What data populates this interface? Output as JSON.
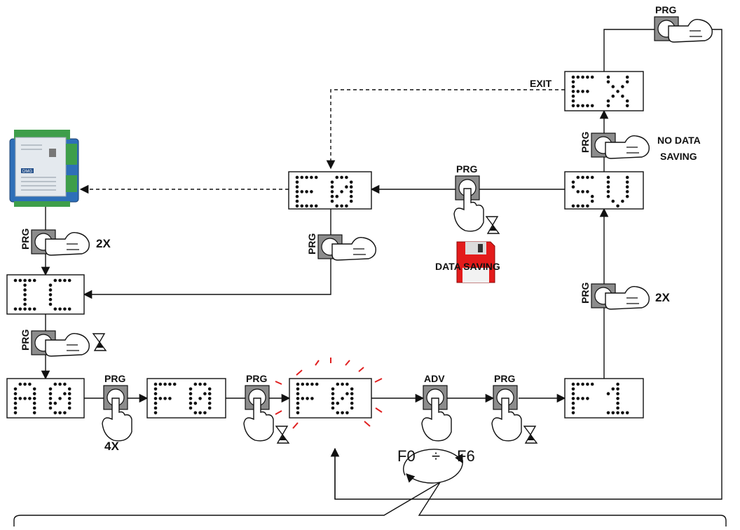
{
  "buttons": {
    "prg": "PRG",
    "adv": "ADV"
  },
  "labels": {
    "exit": "EXIT",
    "no_data_saving_1": "NO DATA",
    "no_data_saving_2": "SAVING",
    "data_saving": "DATA SAVING",
    "times_2x": "2X",
    "times_4x": "4X",
    "range_start": "F0",
    "range_sep": "÷",
    "range_end": "F6"
  },
  "displays": {
    "exit_display": "EX",
    "save_display": "SV",
    "e0_display": "E0",
    "ic_display": "IC",
    "a0_display": "A0",
    "f0_display": "F0",
    "f0_blink_display": "F0",
    "f1_display": "F1"
  },
  "device": {
    "brand": "DMG"
  },
  "colors": {
    "dot": "#111111",
    "button_gray": "#8c8c8c",
    "blink_red": "#e02020",
    "floppy_red": "#e31b1b",
    "line": "#111111"
  },
  "icons": [
    "hand-press-icon",
    "hourglass-icon",
    "floppy-disk-icon",
    "device-module-icon"
  ]
}
